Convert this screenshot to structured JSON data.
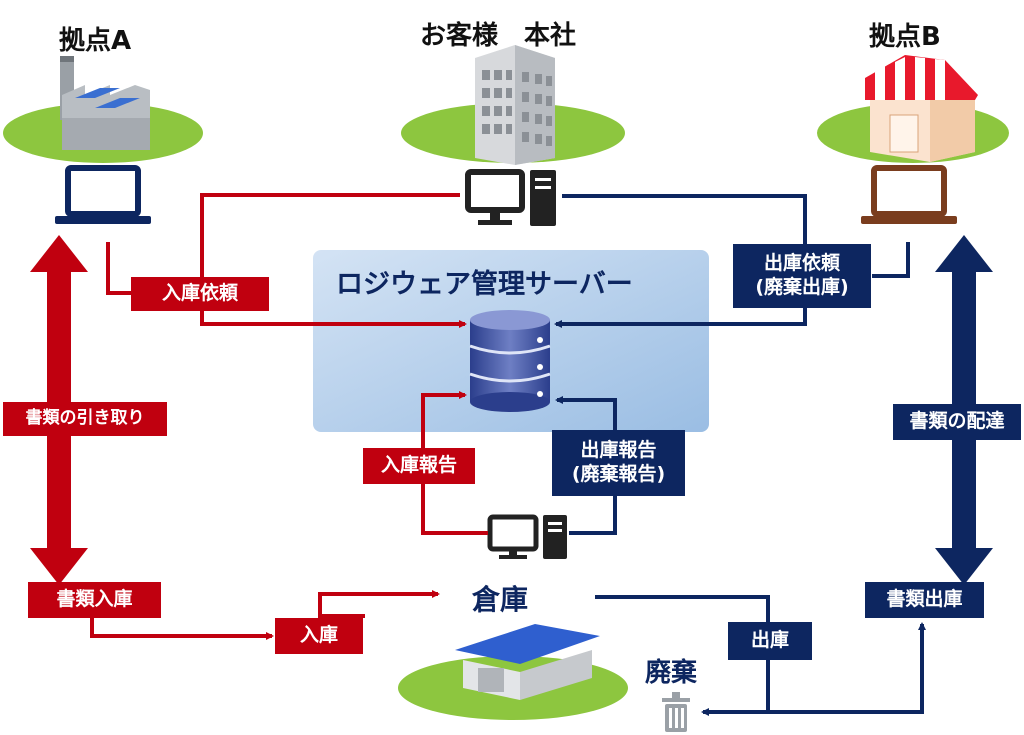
{
  "sites": {
    "site_a": "拠点A",
    "headquarters": "お客様　本社",
    "site_b": "拠点B"
  },
  "server": {
    "title": "ロジウェア管理サーバー"
  },
  "warehouse": {
    "title": "倉庫",
    "disposal": "廃棄"
  },
  "labels": {
    "inbound_request": "入庫依頼",
    "outbound_request_line1": "出庫依頼",
    "outbound_request_line2": "(廃棄出庫)",
    "inbound_report": "入庫報告",
    "outbound_report_line1": "出庫報告",
    "outbound_report_line2": "(廃棄報告)",
    "document_pickup": "書類の引き取り",
    "document_delivery": "書類の配達",
    "document_inbound": "書類入庫",
    "inbound": "入庫",
    "outbound": "出庫",
    "document_outbound": "書類出庫"
  },
  "colors": {
    "red": "#c0000f",
    "navy": "#0d2660",
    "server_bg": "#a9c8e8",
    "ground": "#8dc63f"
  }
}
